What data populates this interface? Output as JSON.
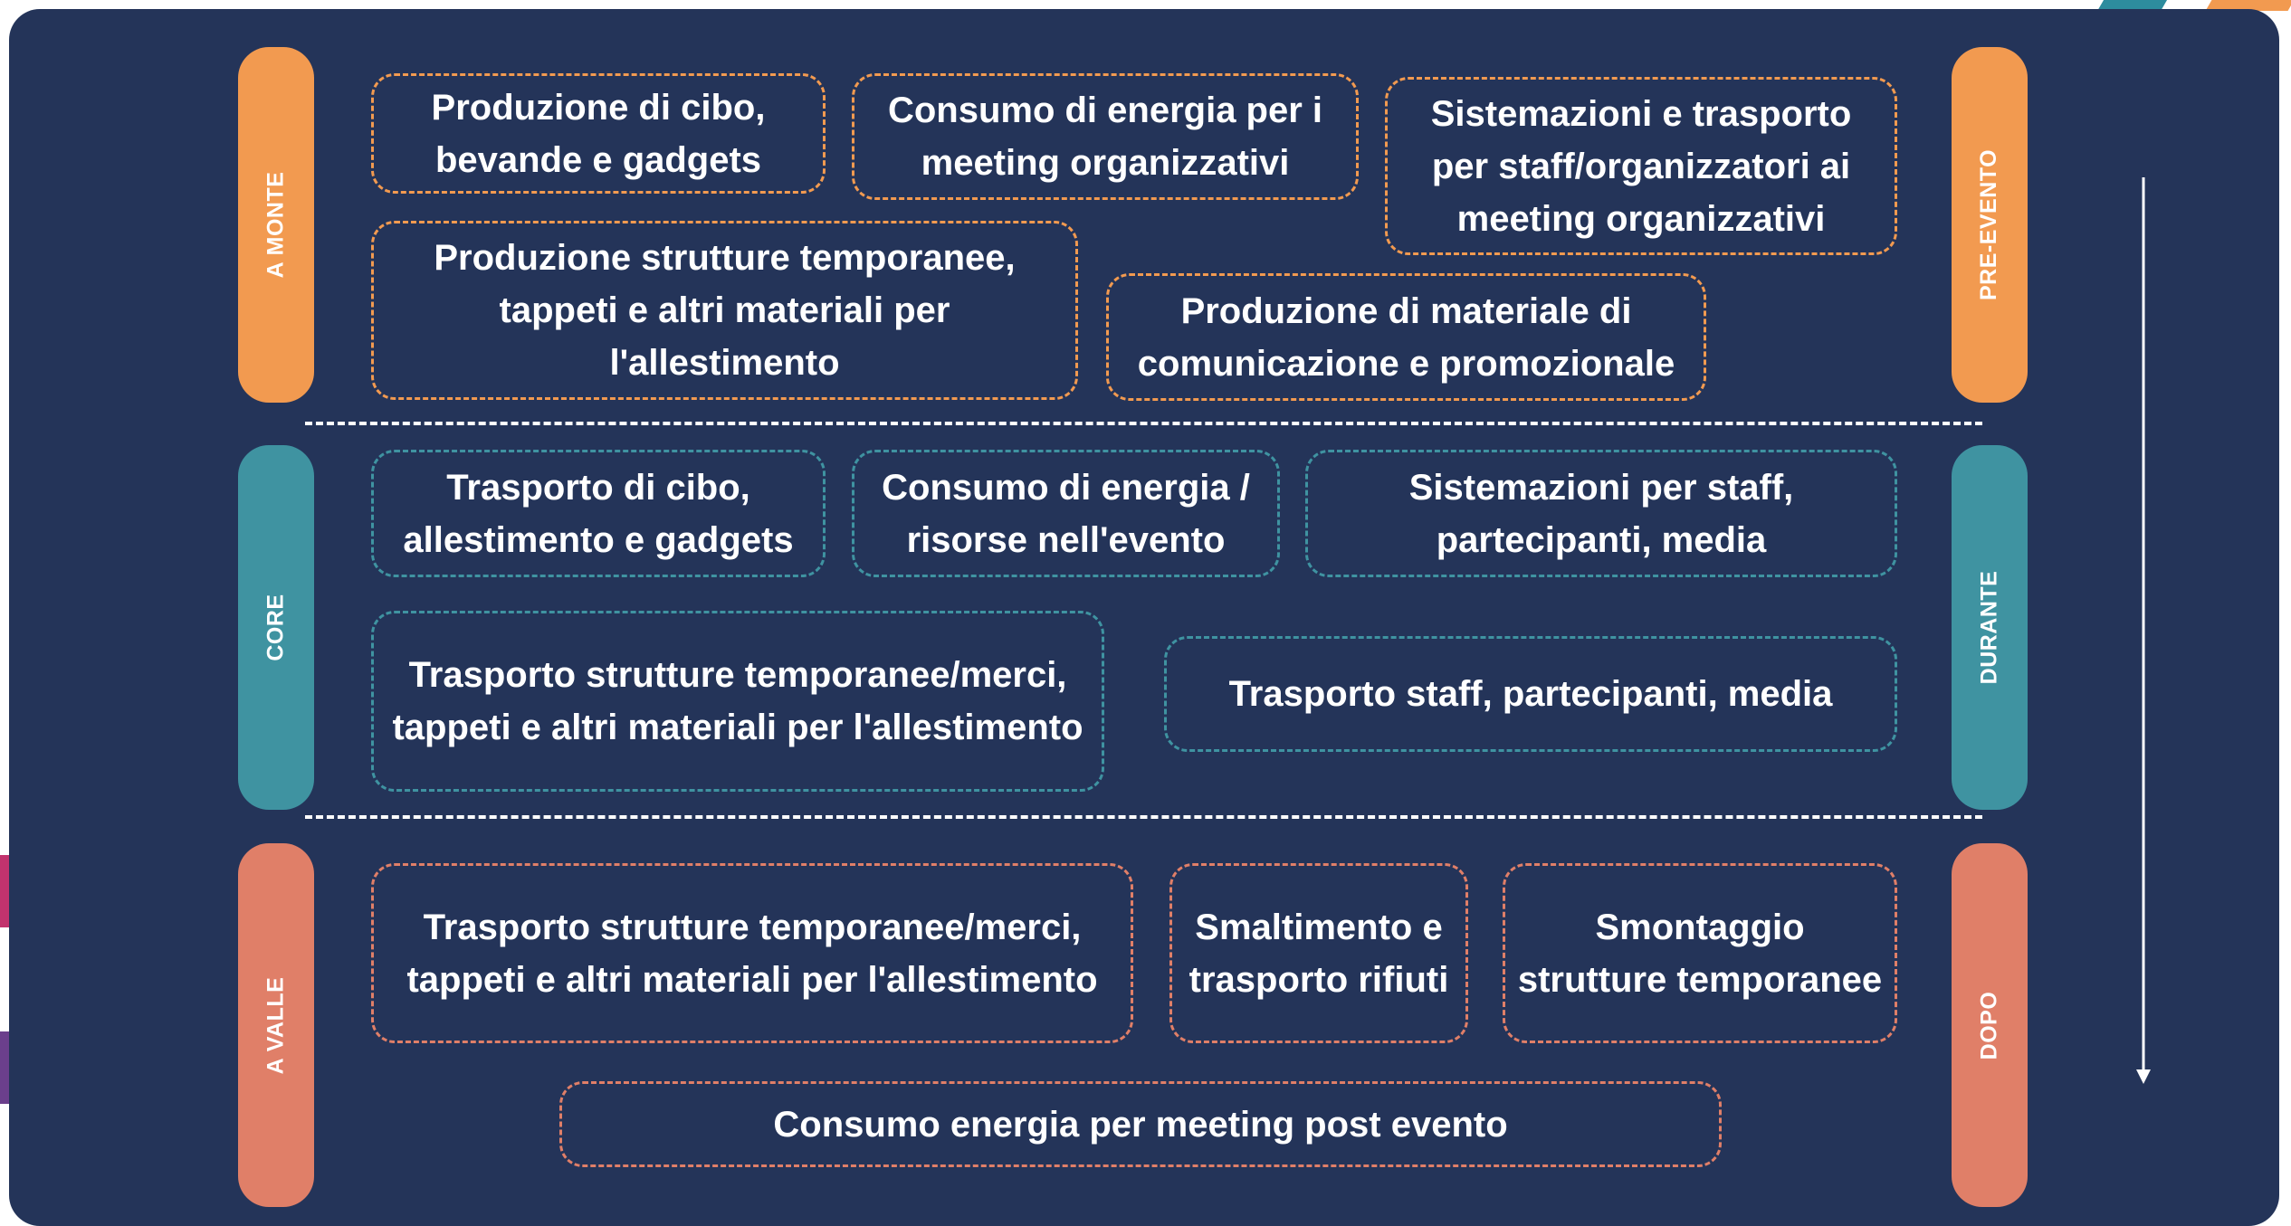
{
  "colors": {
    "background": "#243459",
    "orange": "#f29a50",
    "teal": "#3f93a1",
    "salmon": "#e07f68",
    "text": "#ffffff"
  },
  "left_labels": {
    "upstream": "A MONTE",
    "core": "CORE",
    "downstream": "A VALLE"
  },
  "right_labels": {
    "pre": "PRE-EVENTO",
    "during": "DURANTE",
    "after": "DOPO"
  },
  "upstream_boxes": [
    "Produzione di cibo, bevande e gadgets",
    "Consumo di energia per i meeting organizzativi",
    "Sistemazioni e trasporto per staff/organizzatori ai meeting organizzativi",
    "Produzione strutture temporanee, tappeti e altri materiali per l'allestimento",
    "Produzione di materiale di comunicazione e promozionale"
  ],
  "core_boxes": [
    "Trasporto di cibo, allestimento e gadgets",
    "Consumo di energia / risorse nell'evento",
    "Sistemazioni per staff, partecipanti, media",
    "Trasporto strutture temporanee/merci, tappeti e altri materiali per l'allestimento",
    "Trasporto staff, partecipanti, media"
  ],
  "downstream_boxes": [
    "Trasporto strutture temporanee/merci, tappeti e altri materiali per l'allestimento",
    "Smaltimento e trasporto rifiuti",
    "Smontaggio strutture temporanee",
    "Consumo energia per meeting post evento"
  ]
}
